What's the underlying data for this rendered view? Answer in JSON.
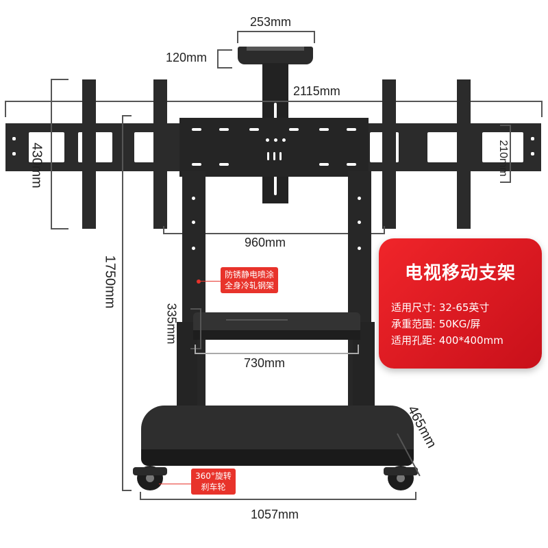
{
  "dimensions": {
    "top_width": "253mm",
    "top_height": "120mm",
    "total_width": "2115mm",
    "plate_height": "430mm",
    "plate_inner_height": "210mm",
    "bracket_spacing": "960mm",
    "total_height": "1750mm",
    "shelf_spacing": "335mm",
    "shelf_width": "730mm",
    "base_depth": "465mm",
    "base_width": "1057mm"
  },
  "tags": {
    "coating_line1": "防锈静电喷涂",
    "coating_line2": "全身冷轧钢架",
    "wheel_line1": "360°旋转",
    "wheel_line2": "刹车轮"
  },
  "card": {
    "title": "电视移动支架",
    "rows": [
      {
        "label": "适用尺寸: ",
        "value": "32-65英寸"
      },
      {
        "label": "承重范围: ",
        "value": "50KG/屏"
      },
      {
        "label": "适用孔距: ",
        "value": "400*400mm"
      }
    ]
  },
  "colors": {
    "accent": "#e8332b",
    "steel": "#2b2b2b"
  }
}
